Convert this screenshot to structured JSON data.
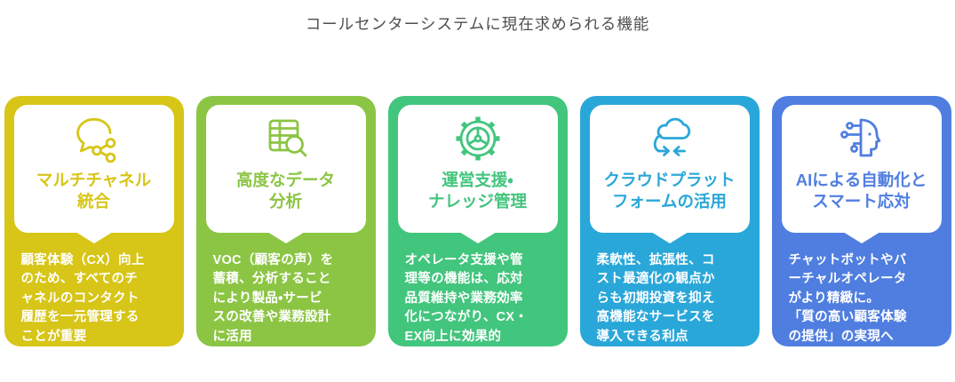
{
  "page_title": "コールセンターシステムに現在求められる機能",
  "cards": [
    {
      "id": "multichannel-integration",
      "accent": "#d7c517",
      "icon": "speech-bubble-share-icon",
      "title_lines": [
        "マルチチャネル",
        "統合"
      ],
      "body_lines": [
        "顧客体験（CX）向上",
        "のため、すべてのチ",
        "ャネルのコンタクト",
        "履歴を一元管理する",
        "ことが重要"
      ]
    },
    {
      "id": "advanced-data-analysis",
      "accent": "#8cc544",
      "icon": "table-magnifier-icon",
      "title_lines": [
        "高度なデータ",
        "分析"
      ],
      "body_lines": [
        "VOC（顧客の声）を",
        "蓄積、分析すること",
        "により製品・サービ",
        "スの改善や業務設計",
        "に活用"
      ]
    },
    {
      "id": "operation-support-knowledge",
      "accent": "#42c57d",
      "icon": "gear-icon",
      "title_lines": [
        "運営支援・",
        "ナレッジ管理"
      ],
      "body_lines": [
        "オペレータ支援や管",
        "理等の機能は、応対",
        "品質維持や業務効率",
        "化につながり、CX・",
        "EX向上に効果的"
      ]
    },
    {
      "id": "cloud-platform-utilization",
      "accent": "#2aa7d9",
      "icon": "cloud-sync-icon",
      "title_lines": [
        "クラウドプラット",
        "フォームの活用"
      ],
      "body_lines": [
        "柔軟性、拡張性、コ",
        "スト最適化の観点か",
        "らも初期投資を抑え",
        "高機能なサービスを",
        "導入できる利点"
      ]
    },
    {
      "id": "ai-automation-smart-response",
      "accent": "#4f7ee0",
      "icon": "ai-head-icon",
      "title_lines": [
        "AIによる自動化と",
        "スマート応対"
      ],
      "body_lines": [
        "チャットボットやバ",
        "ーチャルオペレータ",
        "がより精緻に。",
        "「質の高い顧客体験",
        "の提供」の実現へ"
      ]
    }
  ]
}
